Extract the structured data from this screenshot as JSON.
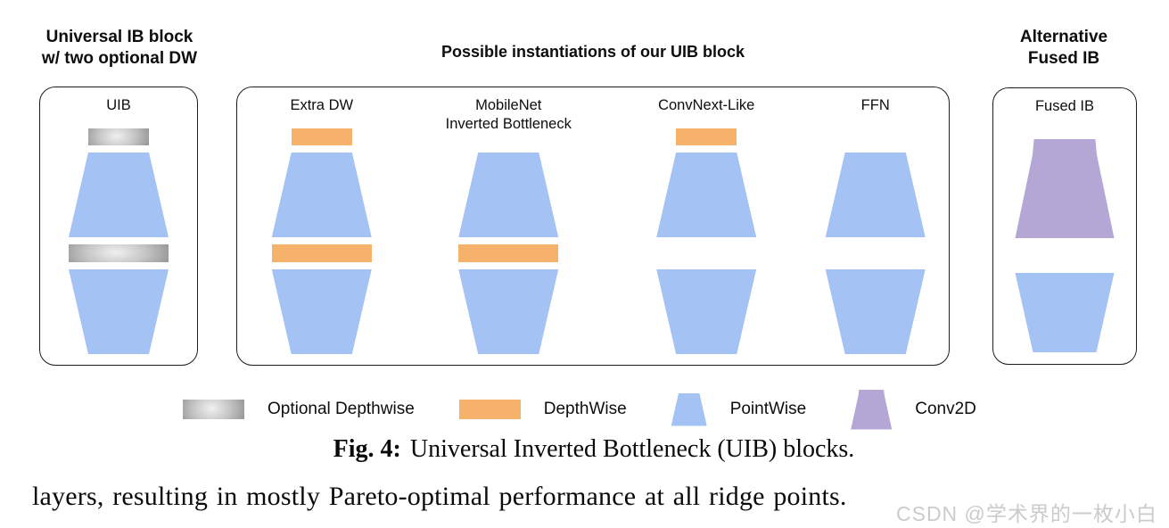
{
  "left_panel": {
    "title": "Universal IB block\nw/ two optional DW",
    "box_label": "UIB",
    "blocks": [
      "optional-dw-narrow",
      "pw-expand",
      "optional-dw-wide",
      "pw-contract"
    ]
  },
  "middle_panel": {
    "title": "Possible instantiations of our UIB block",
    "columns": [
      {
        "label": "Extra DW",
        "blocks": [
          "dw-narrow",
          "pw-expand",
          "dw-wide",
          "pw-contract"
        ]
      },
      {
        "label": "MobileNet\nInverted Bottleneck",
        "blocks": [
          "pw-expand",
          "dw-wide",
          "pw-contract"
        ]
      },
      {
        "label": "ConvNext-Like",
        "blocks": [
          "dw-narrow",
          "pw-expand",
          "pw-contract"
        ]
      },
      {
        "label": "FFN",
        "blocks": [
          "pw-expand",
          "pw-contract"
        ]
      }
    ]
  },
  "right_panel": {
    "title": "Alternative\nFused IB",
    "box_label": "Fused IB",
    "blocks": [
      "conv2d-fused",
      "pw-contract-fused"
    ]
  },
  "legend": {
    "items": [
      {
        "swatch": "optional-depthwise",
        "label": "Optional Depthwise"
      },
      {
        "swatch": "depthwise",
        "label": "DepthWise"
      },
      {
        "swatch": "pointwise",
        "label": "PointWise"
      },
      {
        "swatch": "conv2d",
        "label": "Conv2D"
      }
    ]
  },
  "caption": {
    "prefix": "Fig. 4:",
    "text": "Universal Inverted Bottleneck (UIB) blocks."
  },
  "body_text": "layers, resulting in mostly Pareto-optimal performance at all ridge points.",
  "watermark": "CSDN @学术界的一枚小白",
  "colors": {
    "pointwise": "#A4C2F4",
    "depthwise": "#F6B26B",
    "conv2d": "#B4A7D6",
    "optional_depthwise": "#8F8F8F",
    "watermark": "#CBCBCB"
  }
}
